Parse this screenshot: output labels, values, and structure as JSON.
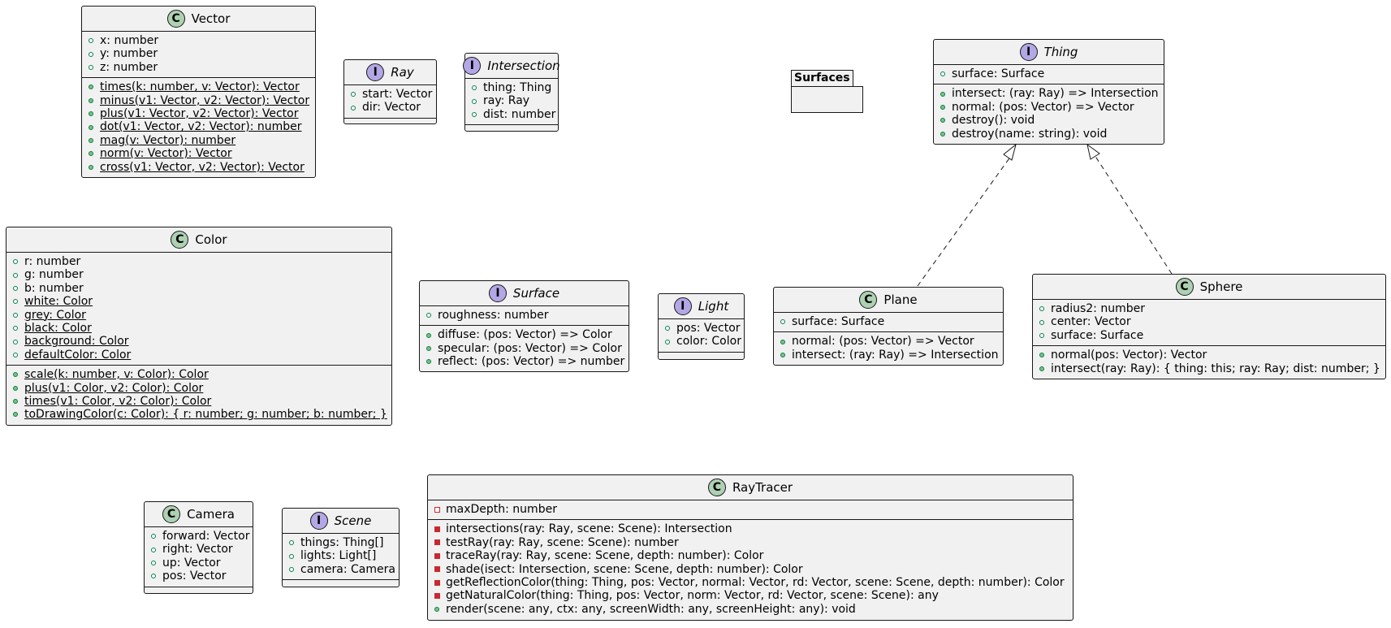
{
  "classes": {
    "vector": {
      "name": "Vector",
      "kind": "C",
      "fields": [
        "x: number",
        "y: number",
        "z: number"
      ],
      "methods": [
        "times(k: number, v: Vector): Vector",
        "minus(v1: Vector, v2: Vector): Vector",
        "plus(v1: Vector, v2: Vector): Vector",
        "dot(v1: Vector, v2: Vector): number",
        "mag(v: Vector): number",
        "norm(v: Vector): Vector",
        "cross(v1: Vector, v2: Vector): Vector"
      ]
    },
    "ray": {
      "name": "Ray",
      "kind": "I",
      "fields": [
        "start: Vector",
        "dir: Vector"
      ]
    },
    "intersection": {
      "name": "Intersection",
      "kind": "I",
      "fields": [
        "thing: Thing",
        "ray: Ray",
        "dist: number"
      ]
    },
    "thing": {
      "name": "Thing",
      "kind": "I",
      "fields": [
        "surface: Surface"
      ],
      "methods": [
        "intersect: (ray: Ray) => Intersection",
        "normal: (pos: Vector) => Vector",
        "destroy(): void",
        "destroy(name: string): void"
      ]
    },
    "color": {
      "name": "Color",
      "kind": "C",
      "fields": [
        "r: number",
        "g: number",
        "b: number",
        "white: Color",
        "grey: Color",
        "black: Color",
        "background: Color",
        "defaultColor: Color"
      ],
      "methods": [
        "scale(k: number, v: Color): Color",
        "plus(v1: Color, v2: Color): Color",
        "times(v1: Color, v2: Color): Color",
        "toDrawingColor(c: Color): { r: number; g: number; b: number; }"
      ]
    },
    "surface": {
      "name": "Surface",
      "kind": "I",
      "fields": [
        "roughness: number"
      ],
      "methods": [
        "diffuse: (pos: Vector) => Color",
        "specular: (pos: Vector) => Color",
        "reflect: (pos: Vector) => number"
      ]
    },
    "light": {
      "name": "Light",
      "kind": "I",
      "fields": [
        "pos: Vector",
        "color: Color"
      ]
    },
    "plane": {
      "name": "Plane",
      "kind": "C",
      "fields": [
        "surface: Surface"
      ],
      "methods": [
        "normal: (pos: Vector) => Vector",
        "intersect: (ray: Ray) => Intersection"
      ]
    },
    "sphere": {
      "name": "Sphere",
      "kind": "C",
      "fields": [
        "radius2: number",
        "center: Vector",
        "surface: Surface"
      ],
      "methods": [
        "normal(pos: Vector): Vector",
        "intersect(ray: Ray): { thing: this; ray: Ray; dist: number; }"
      ]
    },
    "camera": {
      "name": "Camera",
      "kind": "C",
      "fields": [
        "forward: Vector",
        "right: Vector",
        "up: Vector",
        "pos: Vector"
      ]
    },
    "scene": {
      "name": "Scene",
      "kind": "I",
      "fields": [
        "things: Thing[]",
        "lights: Light[]",
        "camera: Camera"
      ]
    },
    "raytracer": {
      "name": "RayTracer",
      "kind": "C",
      "fields": [
        "maxDepth: number"
      ],
      "methods": [
        "intersections(ray: Ray, scene: Scene): Intersection",
        "testRay(ray: Ray, scene: Scene): number",
        "traceRay(ray: Ray, scene: Scene, depth: number): Color",
        "shade(isect: Intersection, scene: Scene, depth: number): Color",
        "getReflectionColor(thing: Thing, pos: Vector, normal: Vector, rd: Vector, scene: Scene, depth: number): Color",
        "getNaturalColor(thing: Thing, pos: Vector, norm: Vector, rd: Vector, scene: Scene): any",
        "render(scene: any, ctx: any, screenWidth: any, screenHeight: any): void"
      ]
    }
  },
  "package": {
    "name": "Surfaces"
  },
  "relations": [
    {
      "from": "Plane",
      "to": "Thing",
      "type": "realization"
    },
    {
      "from": "Sphere",
      "to": "Thing",
      "type": "realization"
    }
  ],
  "colors": {
    "class_badge": "#add1b2",
    "interface_badge": "#b4a7e5",
    "box_fill": "#f1f1f1",
    "border": "#181818",
    "public_icon": "#038048",
    "private_icon": "#c82930"
  }
}
